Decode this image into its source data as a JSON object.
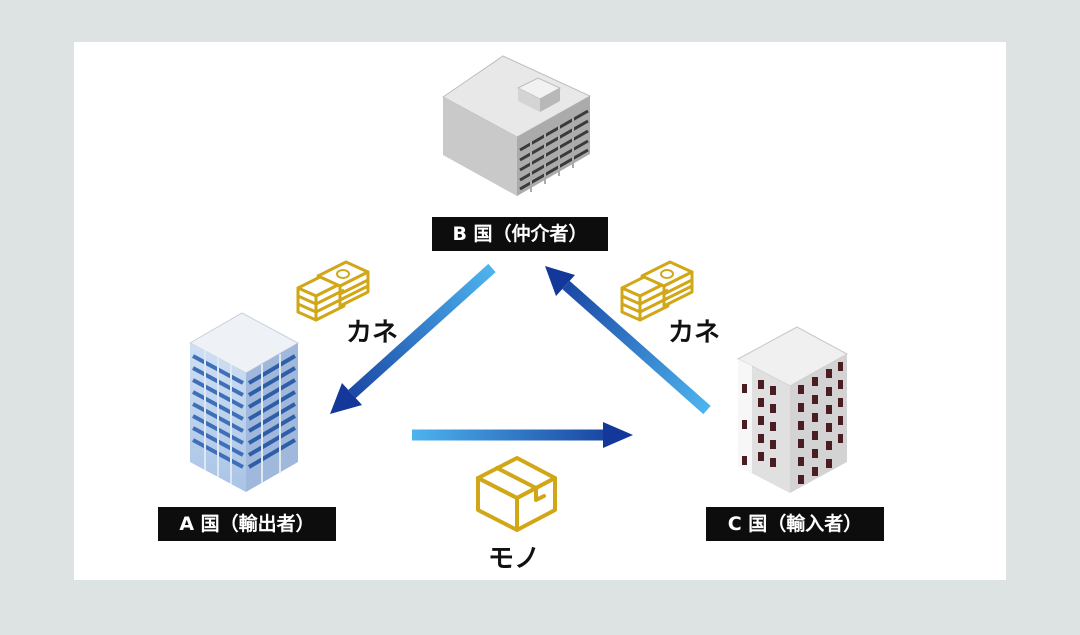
{
  "nodes": {
    "a": {
      "label": "A 国（輸出者）"
    },
    "b": {
      "label": "B 国（仲介者）"
    },
    "c": {
      "label": "C 国（輸入者）"
    }
  },
  "flows": {
    "money_left": {
      "label": "カネ",
      "icon": "money-stack-icon"
    },
    "money_right": {
      "label": "カネ",
      "icon": "money-stack-icon"
    },
    "goods": {
      "label": "モノ",
      "icon": "cardboard-box-icon"
    }
  },
  "colors": {
    "background": "#dde3e2",
    "panel": "#ffffff",
    "arrow_dark": "#13389a",
    "arrow_light": "#4db3ee",
    "icon_gold": "#d2a717",
    "label_bg": "#0d0d0d"
  }
}
